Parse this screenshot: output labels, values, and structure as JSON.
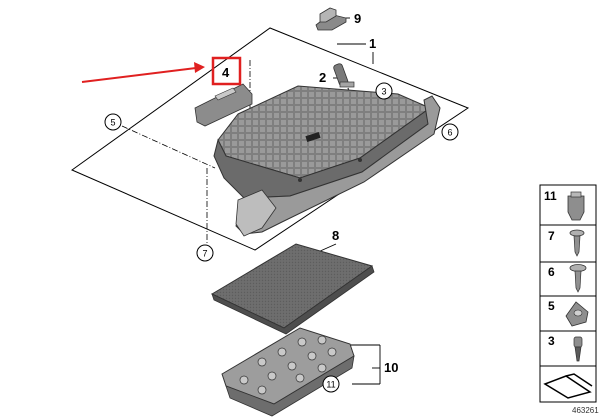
{
  "callouts": {
    "c1": "1",
    "c2": "2",
    "c3": "3",
    "c4": "4",
    "c5": "5",
    "c6": "6",
    "c7": "7",
    "c8": "8",
    "c9": "9",
    "c10": "10",
    "c11": "11"
  },
  "parts_list": [
    {
      "number": "11",
      "icon": "clip-icon"
    },
    {
      "number": "7",
      "icon": "screw-icon"
    },
    {
      "number": "6",
      "icon": "screw-icon"
    },
    {
      "number": "5",
      "icon": "nut-clip-icon"
    },
    {
      "number": "3",
      "icon": "pin-icon"
    },
    {
      "number": "",
      "icon": "spacer-icon"
    }
  ],
  "diagram_number": "463261",
  "colors": {
    "highlight_red": "#e02020",
    "part_dark": "#5a5a5a",
    "part_mid": "#8a8a8a",
    "part_light": "#c9c9c9"
  }
}
